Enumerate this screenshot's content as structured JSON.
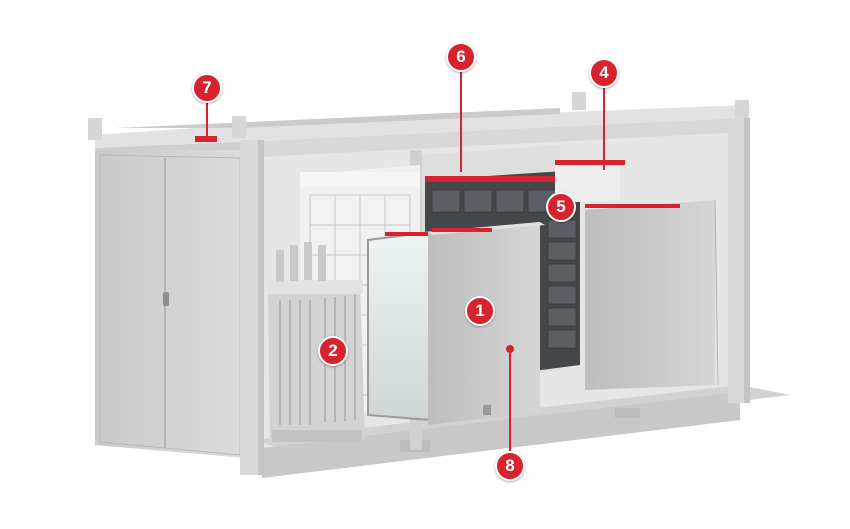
{
  "colors": {
    "accent": "#d7232e",
    "frame": "#d9d9d9",
    "panel": "#cfcfcf",
    "battery": "#4a4c50"
  },
  "callouts": [
    {
      "id": "c1",
      "label": "1"
    },
    {
      "id": "c2",
      "label": "2"
    },
    {
      "id": "c4",
      "label": "4"
    },
    {
      "id": "c5",
      "label": "5"
    },
    {
      "id": "c6",
      "label": "6"
    },
    {
      "id": "c7",
      "label": "7"
    },
    {
      "id": "c8",
      "label": "8"
    }
  ]
}
